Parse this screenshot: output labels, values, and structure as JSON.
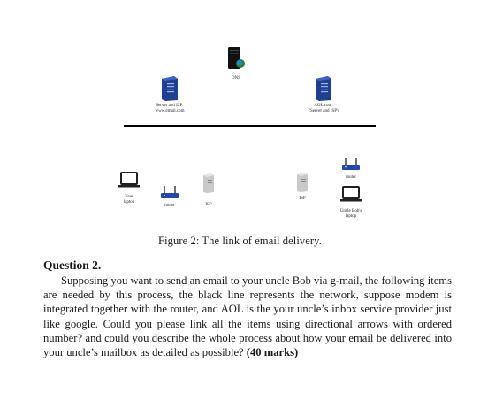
{
  "figure": {
    "labels": {
      "dns": "DNS",
      "gmail_server_line1": "Server and ISP:",
      "gmail_server_line2": "www.gmail.com",
      "aol_line1": "AOL.com:",
      "aol_line2": "(Server and ISP)",
      "your_laptop_line1": "Your",
      "your_laptop_line2": "laptop",
      "router_left": "router",
      "isp_left": "ISP",
      "isp_right": "ISP",
      "router_right": "router",
      "bob_laptop_line1": "Uncle Bob's",
      "bob_laptop_line2": "laptop"
    },
    "caption": "Figure 2: The link of email delivery."
  },
  "question": {
    "title": "Question 2.",
    "body": "Supposing you want to send an email to your uncle Bob via g-mail, the following items are needed by this process, the black line represents the network, suppose modem is integrated together with the router, and AOL is the your uncle’s inbox service provider just like google. Could you please link all the items using directional arrows with ordered number? and could you describe the whole process about how your email be delivered into your uncle’s mailbox as detailed as possible?",
    "marks": "(40 marks)"
  },
  "colors": {
    "server_blue": "#1f3f8f",
    "router_blue": "#2547a8",
    "line": "#000000"
  }
}
